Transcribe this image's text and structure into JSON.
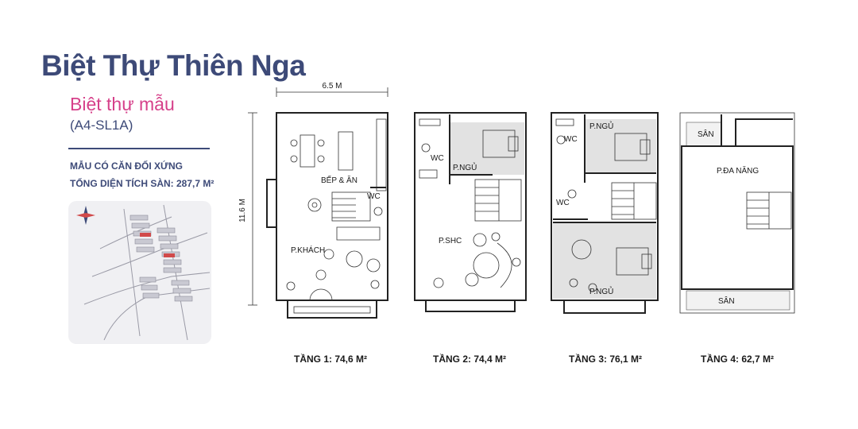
{
  "header": {
    "title": "Biệt Thự Thiên Nga",
    "subtitle": "Biệt thự mẫu",
    "code": "(A4-SL1A)",
    "note_symmetric": "MẪU CÓ CĂN ĐỐI XỨNG",
    "note_total_area": "TỔNG DIỆN TÍCH SÀN: 287,7 M²"
  },
  "dimensions": {
    "width": "6.5 M",
    "depth": "11.6 M"
  },
  "floor1": {
    "caption": "TẦNG 1: 74,6 M²",
    "rooms": {
      "kitchen": "BẾP & ĂN",
      "wc": "WC",
      "living": "P.KHÁCH"
    }
  },
  "floor2": {
    "caption": "TẦNG 2: 74,4 M²",
    "rooms": {
      "wc": "WC",
      "bedroom": "P.NGỦ",
      "family": "P.SHC"
    }
  },
  "floor3": {
    "caption": "TẦNG 3: 76,1 M²",
    "rooms": {
      "bedroom_top": "P.NGỦ",
      "wc_top": "WC",
      "wc_mid": "WC",
      "bedroom_bottom": "P.NGỦ"
    }
  },
  "floor4": {
    "caption": "TẦNG 4: 62,7 M²",
    "rooms": {
      "terrace_top": "SÂN",
      "multipurpose": "P.ĐA NĂNG",
      "terrace_bottom": "SÂN"
    }
  },
  "colors": {
    "navy": "#3d4a78",
    "pink": "#d6408a",
    "room_fill": "#e2e2e2",
    "wall": "#222222"
  }
}
